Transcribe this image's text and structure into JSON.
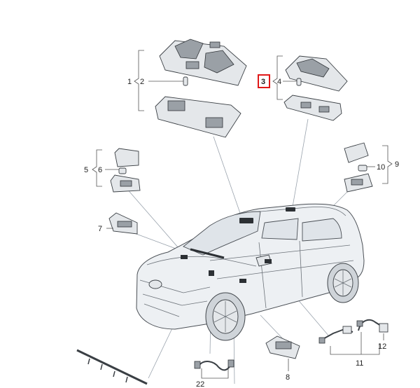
{
  "callouts": {
    "c1": "1",
    "c2": "2",
    "c3": "3",
    "c4": "4",
    "c5": "5",
    "c6": "6",
    "c7": "7",
    "c8": "8",
    "c9": "9",
    "c10": "10",
    "c11": "11",
    "c12": "12",
    "c22": "22"
  },
  "highlighted_callout": "3",
  "colors": {
    "highlight": "#e01818",
    "leader": "#9aa3ad",
    "part_fill": "#e4e7ea",
    "outline": "#3a3f44"
  }
}
